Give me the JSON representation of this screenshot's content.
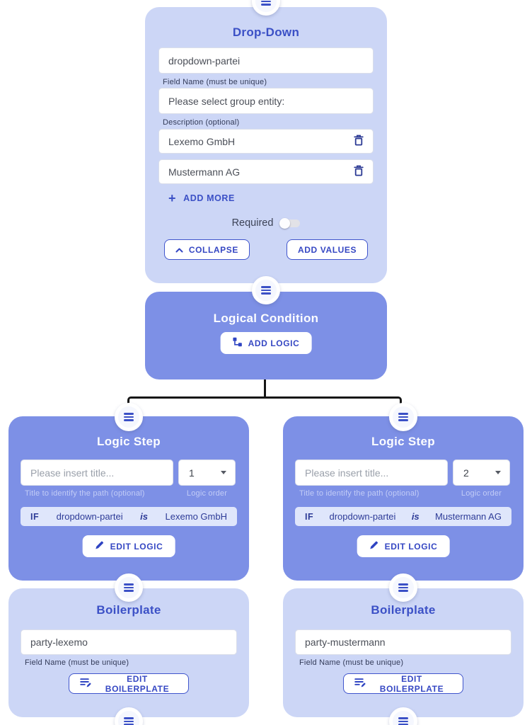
{
  "colors": {
    "accent_blue": "#3b50c6",
    "card_light": "#ccd6f6",
    "card_blue": "#7d90e6",
    "condition_row_bg": "#dfe6fb",
    "connector_line": "#161616"
  },
  "dropdown_card": {
    "title": "Drop-Down",
    "field_name": {
      "value": "dropdown-partei",
      "label": "Field Name (must be unique)"
    },
    "description": {
      "value": "Please select group entity:",
      "label": "Description (optional)"
    },
    "values": [
      "Lexemo GmbH",
      "Mustermann AG"
    ],
    "plus_glyph": "+",
    "add_more_label": "ADD MORE",
    "required_label": "Required",
    "collapse_label": "COLLAPSE",
    "add_values_label": "ADD VALUES"
  },
  "logical_condition_card": {
    "title": "Logical Condition",
    "add_logic_label": "ADD LOGIC"
  },
  "logic_steps": [
    {
      "title": "Logic Step",
      "title_placeholder": "Please insert title...",
      "title_label": "Title to identify the path (optional)",
      "order_value": "1",
      "order_label": "Logic order",
      "condition": {
        "keyword": "IF",
        "field": "dropdown-partei",
        "operator": "is",
        "value": "Lexemo GmbH"
      },
      "edit_logic_label": "EDIT LOGIC"
    },
    {
      "title": "Logic Step",
      "title_placeholder": "Please insert title...",
      "title_label": "Title to identify the path (optional)",
      "order_value": "2",
      "order_label": "Logic order",
      "condition": {
        "keyword": "IF",
        "field": "dropdown-partei",
        "operator": "is",
        "value": "Mustermann AG"
      },
      "edit_logic_label": "EDIT LOGIC"
    }
  ],
  "boilerplates": [
    {
      "title": "Boilerplate",
      "field_name": "party-lexemo",
      "field_label": "Field Name (must be unique)",
      "edit_label": "EDIT BOILERPLATE"
    },
    {
      "title": "Boilerplate",
      "field_name": "party-mustermann",
      "field_label": "Field Name (must be unique)",
      "edit_label": "EDIT BOILERPLATE"
    }
  ]
}
